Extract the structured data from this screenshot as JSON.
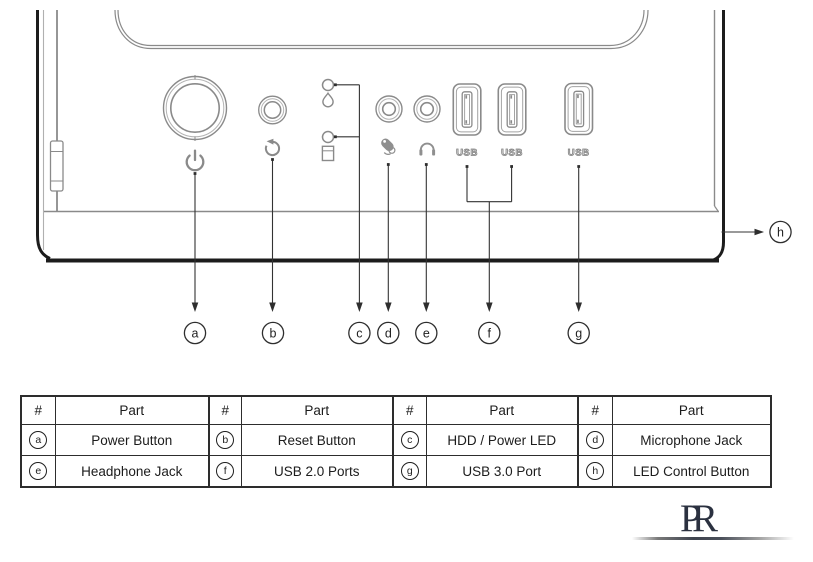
{
  "diagram": {
    "usb_label": "USB",
    "callouts": [
      "a",
      "b",
      "c",
      "d",
      "e",
      "f",
      "g",
      "h"
    ]
  },
  "table": {
    "headers": [
      "#",
      "Part",
      "#",
      "Part",
      "#",
      "Part",
      "#",
      "Part"
    ],
    "rows": [
      [
        {
          "id": "a",
          "part": "Power Button"
        },
        {
          "id": "b",
          "part": "Reset Button"
        },
        {
          "id": "c",
          "part": "HDD / Power LED"
        },
        {
          "id": "d",
          "part": "Microphone Jack"
        }
      ],
      [
        {
          "id": "e",
          "part": "Headphone Jack"
        },
        {
          "id": "f",
          "part": "USB 2.0 Ports"
        },
        {
          "id": "g",
          "part": "USB 3.0 Port"
        },
        {
          "id": "h",
          "part": "LED Control Button"
        }
      ]
    ]
  },
  "logo": {
    "letter_p": "P",
    "letter_r": "R"
  },
  "colors": {
    "line_gray": "#8a8a8a",
    "line_dark": "#1c1c1c",
    "leader": "#333333",
    "logo_navy": "#2b3140"
  }
}
